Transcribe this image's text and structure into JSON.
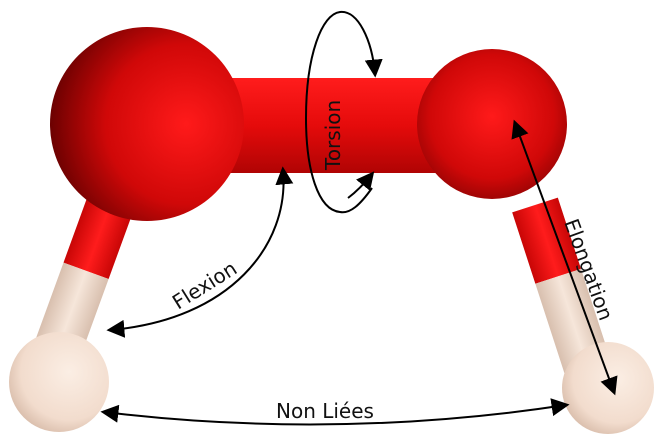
{
  "diagram": {
    "labels": {
      "torsion": "Torsion",
      "flexion": "Flexion",
      "elongation": "Elongation",
      "non_bonded": "Non Liées"
    },
    "colors": {
      "oxygen": "#e01010",
      "oxygen_dark": "#6a0000",
      "hydrogen": "#f4e1d4",
      "hydrogen_dark": "#c9ab98",
      "arrow": "#000000"
    },
    "atoms": [
      "oxygen",
      "oxygen",
      "hydrogen",
      "hydrogen"
    ],
    "bonds": [
      "O-O",
      "O-H",
      "O-H"
    ]
  }
}
